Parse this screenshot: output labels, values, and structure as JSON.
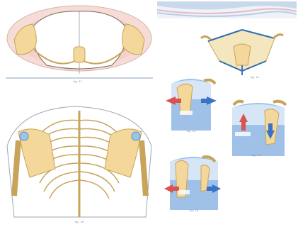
{
  "figures": {
    "top_left": {
      "caption": "fig. 11",
      "description_icon": "thorax-cross-section"
    },
    "bottom_left": {
      "caption": "fig. 15",
      "description_icon": "posterior-thorax-scapula"
    },
    "top_right": {
      "caption": "fig. 12",
      "description_icon": "scapula-top-view"
    },
    "mid_left": {
      "caption": "fig. 13",
      "badge": ""
    },
    "mid_right": {
      "caption": "fig. 14"
    },
    "bottom_right": {
      "caption": "fig. 16"
    }
  },
  "colors": {
    "bone": "#f4d79a",
    "bone_outline": "#c8a45a",
    "tissue_pink": "#f3d0c9",
    "thorax_blue": "#8fb5e0",
    "thorax_blue_light": "#d6e6f7",
    "arrow_red": "#d9534f",
    "arrow_blue": "#3a73c4",
    "header_band": "#c9d8ea"
  }
}
